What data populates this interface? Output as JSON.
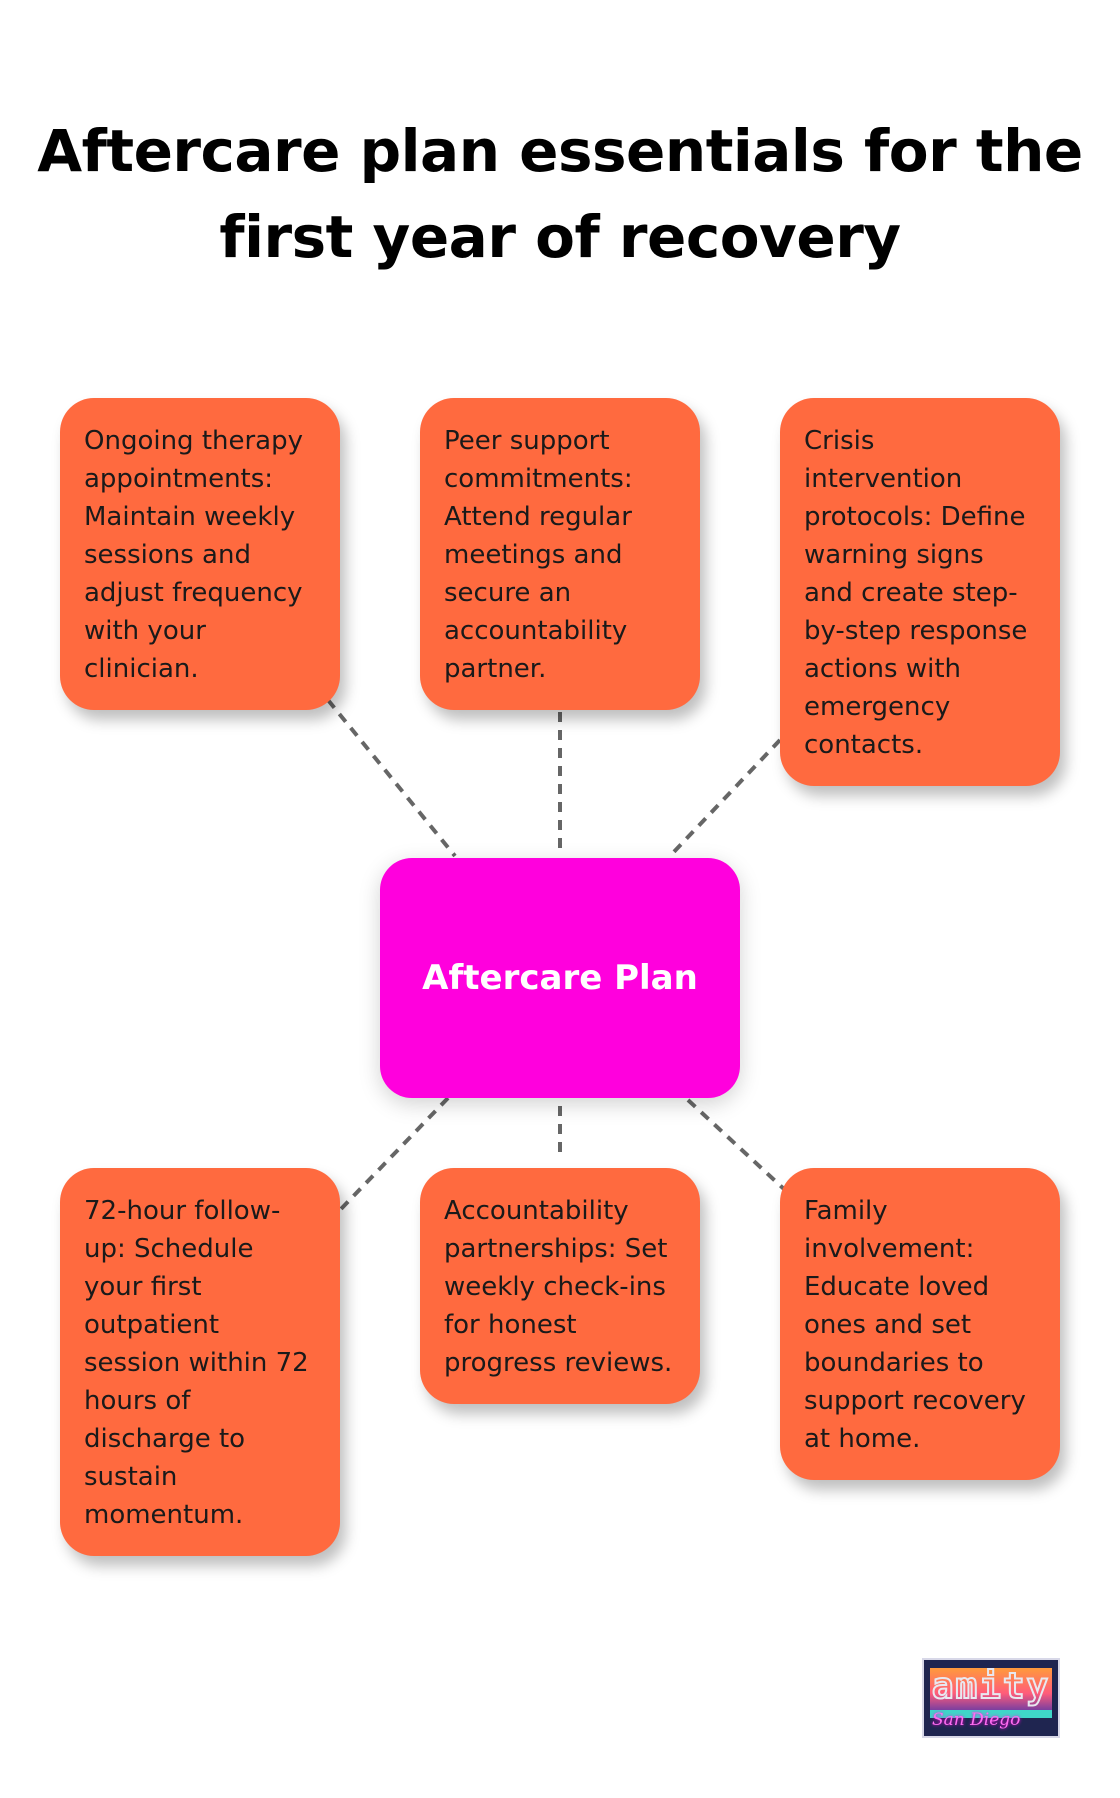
{
  "title": "Aftercare plan essentials for the first year of recovery",
  "center": {
    "label": "Aftercare Plan",
    "color": "#FF00DD"
  },
  "node_color": "#FF6A3F",
  "connector_color": "#666666",
  "nodes": [
    {
      "position": "top-left",
      "text": "Ongoing therapy appointments: Maintain weekly sessions and adjust frequency with your clinician."
    },
    {
      "position": "top-center",
      "text": "Peer support commitments: Attend regular meetings and secure an accountability partner."
    },
    {
      "position": "top-right",
      "text": "Crisis intervention protocols: Define warning signs and create step-by-step response actions with emergency contacts."
    },
    {
      "position": "bottom-left",
      "text": "72-hour follow-up: Schedule your first outpatient session within 72 hours of discharge to sustain momentum."
    },
    {
      "position": "bottom-center",
      "text": "Accountability partnerships: Set weekly check-ins for honest progress reviews."
    },
    {
      "position": "bottom-right",
      "text": "Family involvement: Educate loved ones and set boundaries to support recovery at home."
    }
  ],
  "logo": {
    "word": "amity",
    "script": "San Diego"
  }
}
